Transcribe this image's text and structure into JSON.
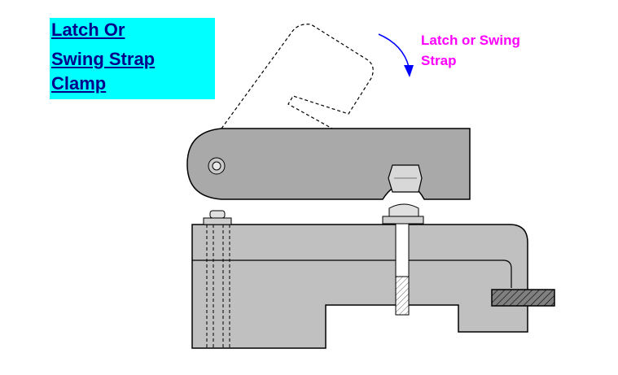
{
  "title": {
    "line1": "Latch Or",
    "line2": "Swing Strap",
    "line3": "Clamp"
  },
  "callout": {
    "line1": "Latch or Swing",
    "line2": "Strap"
  },
  "colors": {
    "title_background": "#00ffff",
    "title_text": "#00008b",
    "callout_text": "#ff00ff",
    "arrow": "#0000ff",
    "part_fill": "#a9a9a9",
    "outline": "#000000",
    "support_bar": "#808080"
  }
}
